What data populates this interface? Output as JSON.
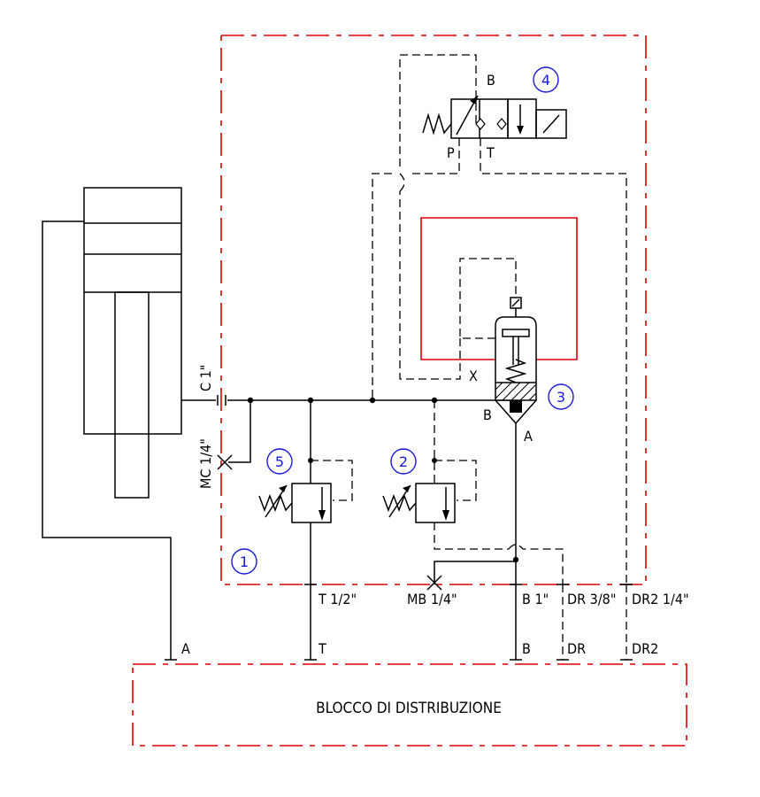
{
  "callouts": [
    "1",
    "2",
    "3",
    "4",
    "5"
  ],
  "ports": {
    "valve4_B": "B",
    "valve4_P": "P",
    "valve4_T": "T",
    "pilot_X": "X",
    "valve3_B": "B",
    "valve3_A": "A",
    "C": "C 1\"",
    "MC": "MC 1/4\"",
    "T_block": "T 1/2\"",
    "MB": "MB 1/4\"",
    "B_block": "B 1\"",
    "DR_block": "DR 3/8\"",
    "DR2_block": "DR2 1/4\""
  },
  "distributor": {
    "title": "BLOCCO DI DISTRIBUZIONE",
    "inputs": [
      "A",
      "T",
      "B",
      "DR",
      "DR2"
    ]
  },
  "colors": {
    "line": "#000000",
    "boundary": "#e00000",
    "callout": "#1a1ad6"
  }
}
